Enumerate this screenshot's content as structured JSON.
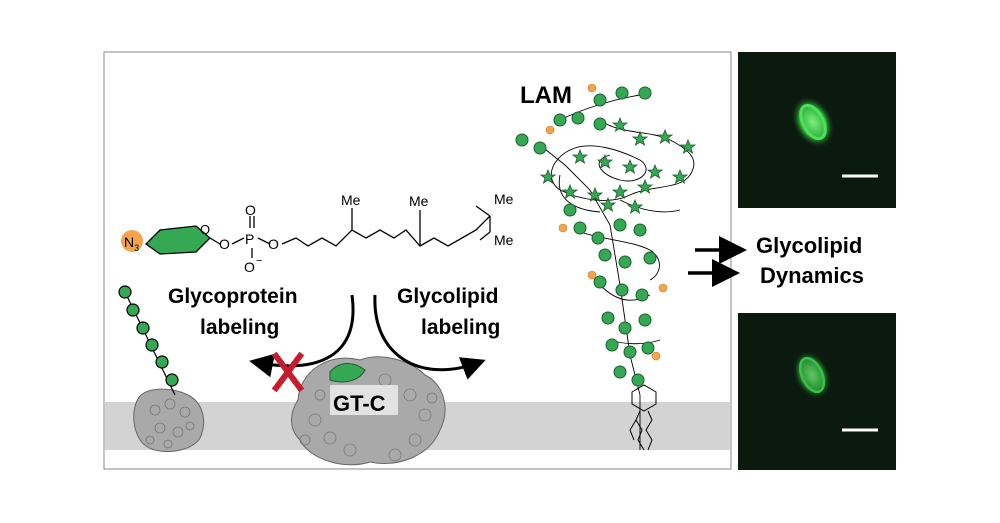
{
  "labels": {
    "lam": "LAM",
    "glycoprotein_line1": "Glycoprotein",
    "glycoprotein_line2": "labeling",
    "glycolipid_line1": "Glycolipid",
    "glycolipid_line2": "labeling",
    "gtc": "GT-C",
    "dynamics_line1": "Glycolipid",
    "dynamics_line2": "Dynamics"
  },
  "chem": {
    "methyl": "Me",
    "azide": "N",
    "azide_sub": "3",
    "oxygen": "O",
    "phosphorus": "P",
    "minus": "−"
  },
  "colors": {
    "sugar_green": "#35a853",
    "sugar_stroke": "#1c5f2c",
    "azide_orange": "#f4a44c",
    "membrane": "#d3d3d3",
    "protein": "#a9a9a9",
    "inhibit_red": "#c41e2e",
    "micrograph_bg": "#0b1a0e",
    "cell_green": "#3fd04d"
  },
  "icons": [
    "no-x-icon",
    "arrow-icon"
  ]
}
